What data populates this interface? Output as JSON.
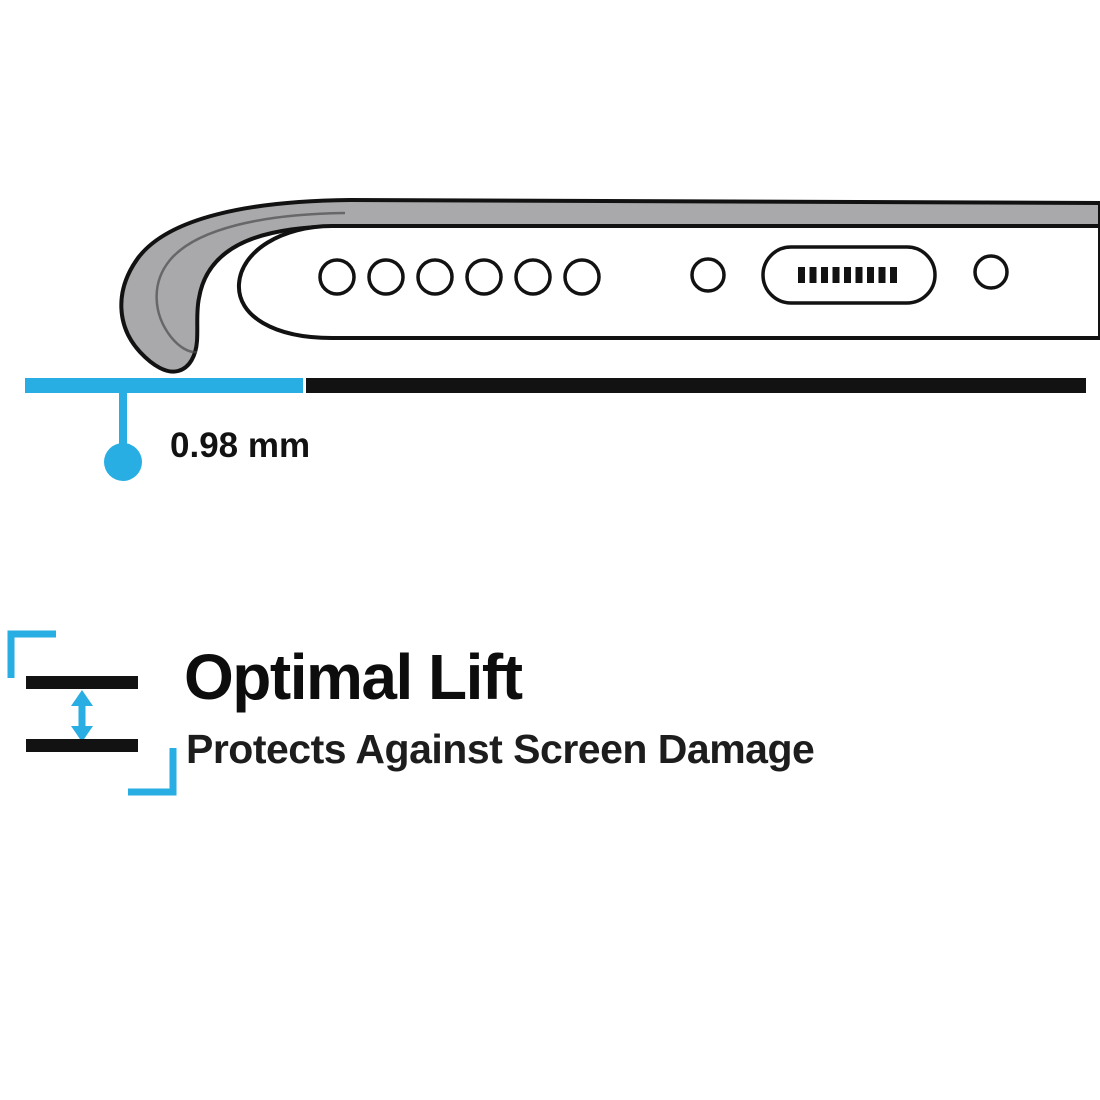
{
  "illustration": {
    "speaker_hole_count": 6,
    "port_pin_count": 9,
    "measurement": {
      "label": "0.98 mm"
    }
  },
  "feature": {
    "title": "Optimal Lift",
    "subtitle": "Protects Against Screen Damage"
  },
  "colors": {
    "accent": "#29aee4",
    "ink": "#121212",
    "case_gray": "#a9a9ab"
  }
}
